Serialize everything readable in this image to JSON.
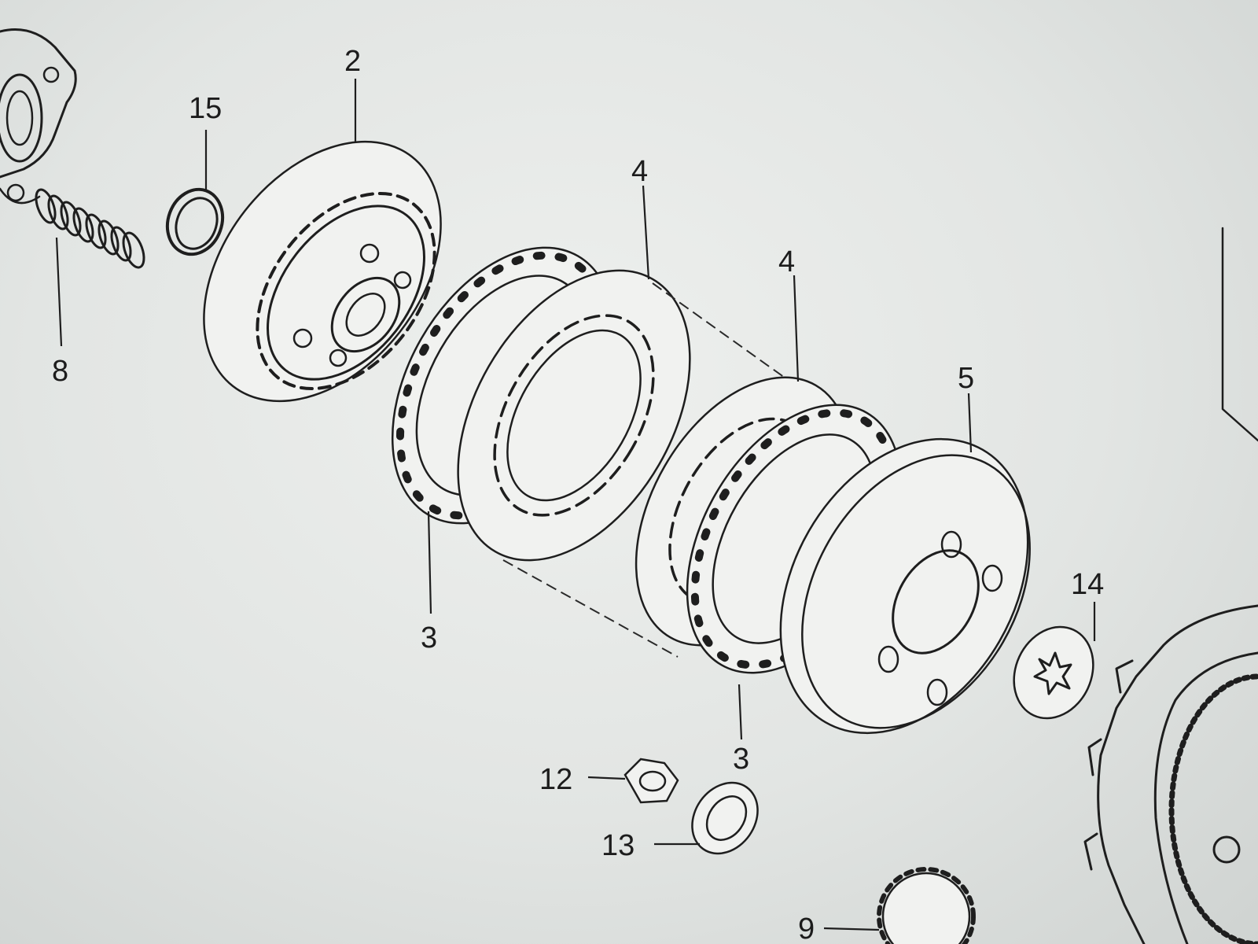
{
  "diagram": {
    "callouts": [
      {
        "id": "c2",
        "label": "2"
      },
      {
        "id": "c15",
        "label": "15"
      },
      {
        "id": "c8",
        "label": "8"
      },
      {
        "id": "c4a",
        "label": "4"
      },
      {
        "id": "c4b",
        "label": "4"
      },
      {
        "id": "c5",
        "label": "5"
      },
      {
        "id": "c3a",
        "label": "3"
      },
      {
        "id": "c3b",
        "label": "3"
      },
      {
        "id": "c14",
        "label": "14"
      },
      {
        "id": "c12",
        "label": "12"
      },
      {
        "id": "c13",
        "label": "13"
      },
      {
        "id": "c9",
        "label": "9"
      }
    ]
  }
}
